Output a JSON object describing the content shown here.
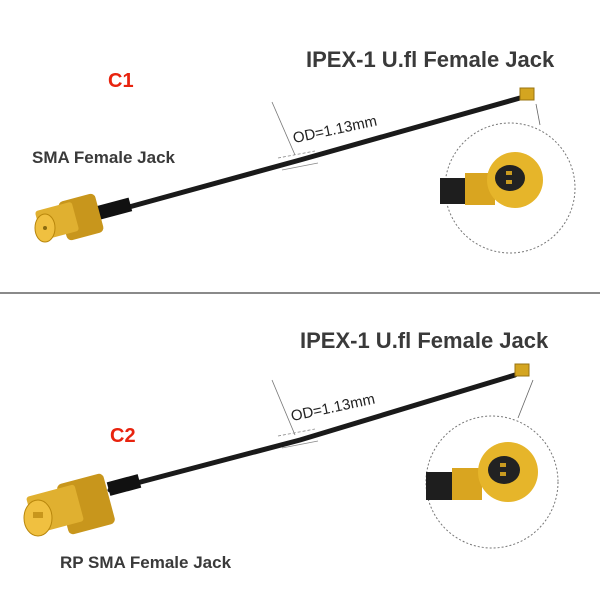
{
  "colors": {
    "background": "#ffffff",
    "label_text": "#3a3a3a",
    "code_red": "#e8230e",
    "cable": "#1a1a1a",
    "gold": "#d4a520",
    "divider": "#8a8a8a"
  },
  "products": [
    {
      "code": "C1",
      "left_connector": "SMA Female Jack",
      "right_connector": "IPEX-1 U.fl Female Jack",
      "cable_od": "OD=1.13mm"
    },
    {
      "code": "C2",
      "left_connector": "RP SMA Female Jack",
      "right_connector": "IPEX-1 U.fl Female Jack",
      "cable_od": "OD=1.13mm"
    }
  ]
}
